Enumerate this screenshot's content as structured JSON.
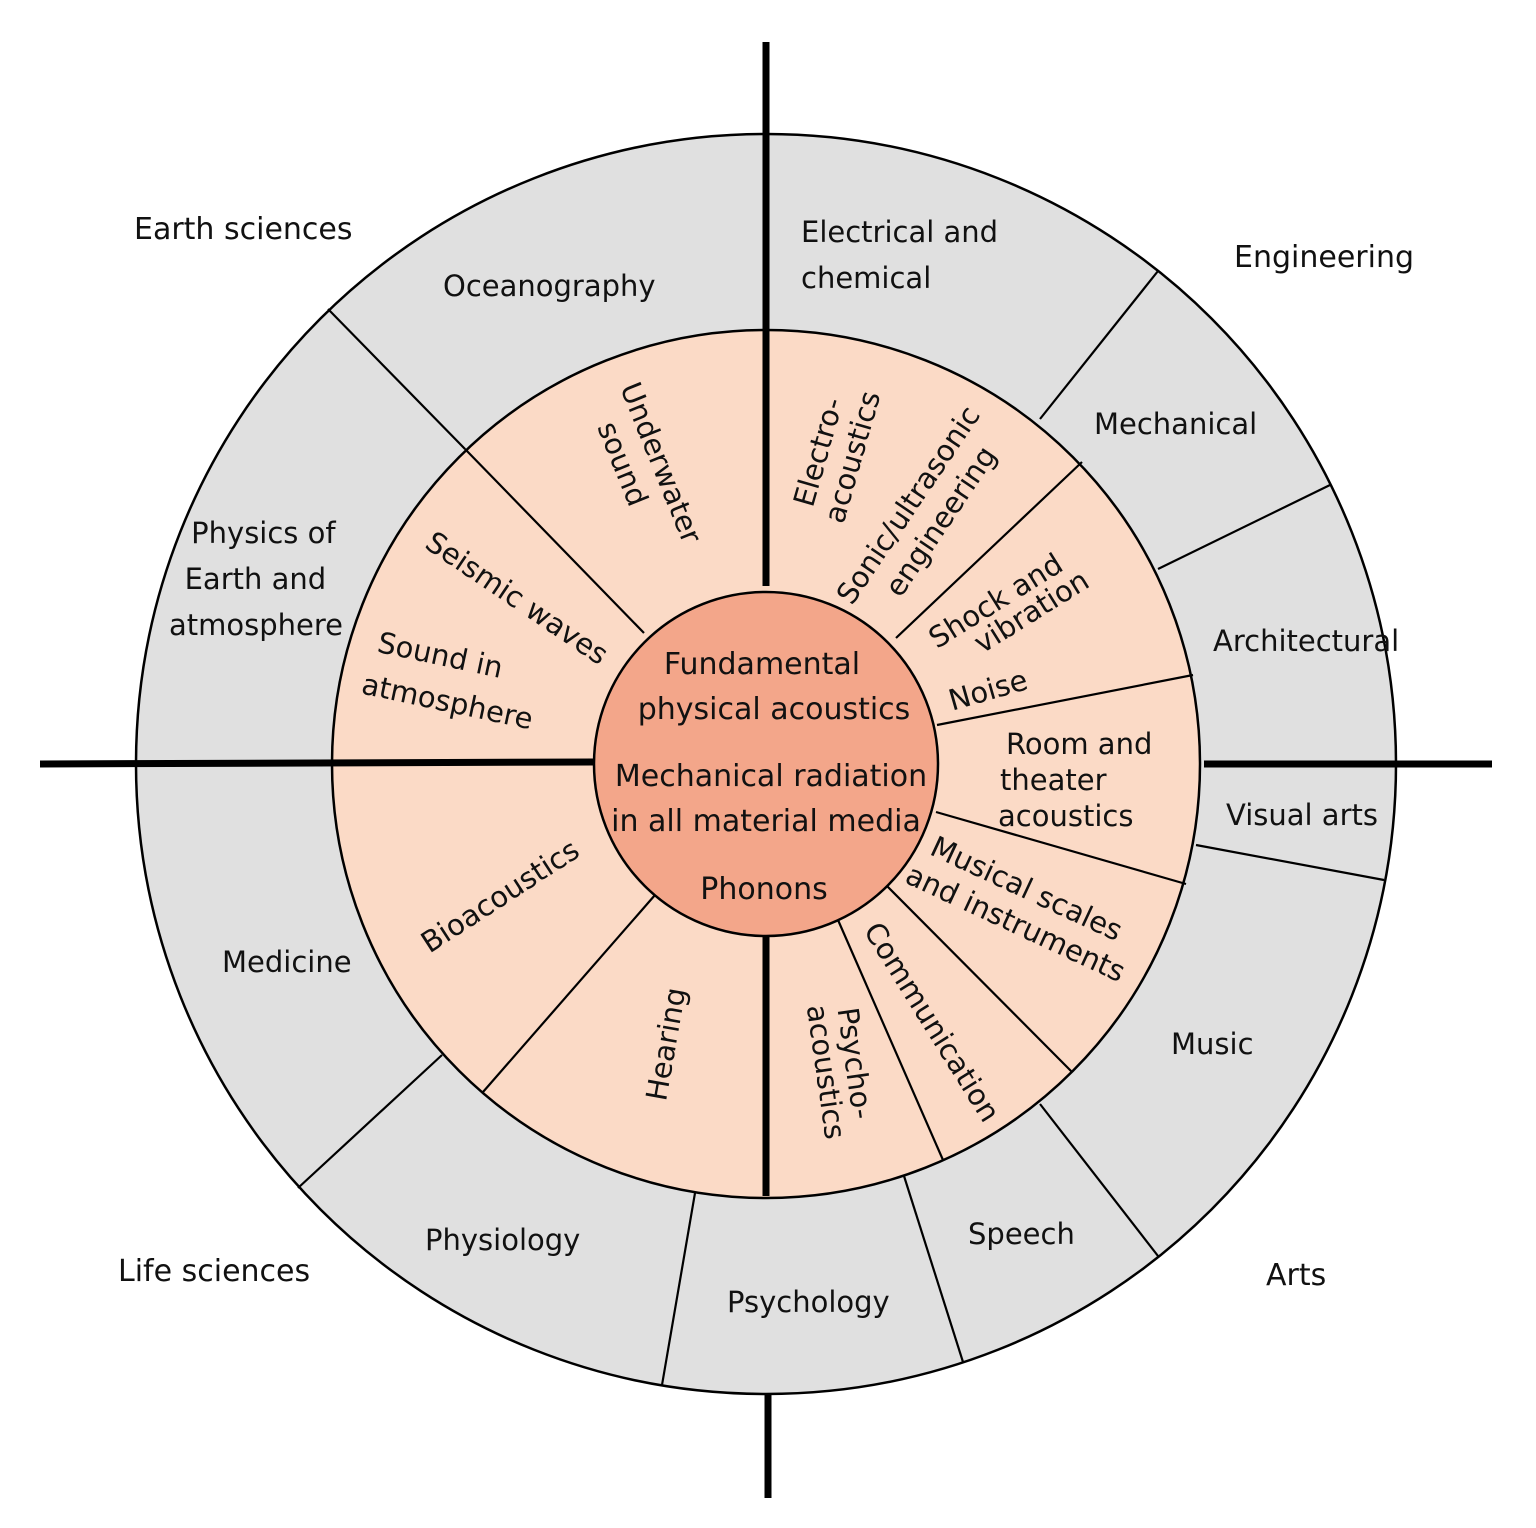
{
  "colors": {
    "outer_ring": "#e0e0e0",
    "inner_ring": "#fbdac6",
    "core": "#f3a68a",
    "line": "#000000",
    "background": "#ffffff"
  },
  "quadrants": {
    "earth_sciences": "Earth sciences",
    "engineering": "Engineering",
    "life_sciences": "Life sciences",
    "arts": "Arts"
  },
  "outer_ring": {
    "oceanography": "Oceanography",
    "electrical_chemical": [
      "Electrical and",
      "chemical"
    ],
    "mechanical": "Mechanical",
    "architectural": "Architectural",
    "visual_arts": "Visual arts",
    "music": "Music",
    "speech": "Speech",
    "psychology": "Psychology",
    "physiology": "Physiology",
    "medicine": "Medicine",
    "physics_earth": [
      "Physics of",
      "Earth and",
      "atmosphere"
    ]
  },
  "inner_ring": {
    "underwater_sound": [
      "Underwater",
      "sound"
    ],
    "electroacoustics": [
      "Electro-",
      "acoustics"
    ],
    "sonic_ultrasonic": [
      "Sonic/ultrasonic",
      "engineering"
    ],
    "shock_vibration": [
      "Shock and",
      "vibration"
    ],
    "noise": "Noise",
    "room_theater": [
      "Room and",
      "theater",
      "acoustics"
    ],
    "musical_scales": [
      "Musical scales",
      "and instruments"
    ],
    "communication": "Communication",
    "psychoacoustics": [
      "Psycho-",
      "acoustics"
    ],
    "hearing": "Hearing",
    "bioacoustics": "Bioacoustics",
    "seismic_waves": "Seismic waves",
    "sound_atmosphere": [
      "Sound in",
      "atmosphere"
    ]
  },
  "core": {
    "line1": "Fundamental",
    "line2": "physical acoustics",
    "line3": "Mechanical radiation",
    "line4": "in all material media",
    "line5": "Phonons"
  }
}
